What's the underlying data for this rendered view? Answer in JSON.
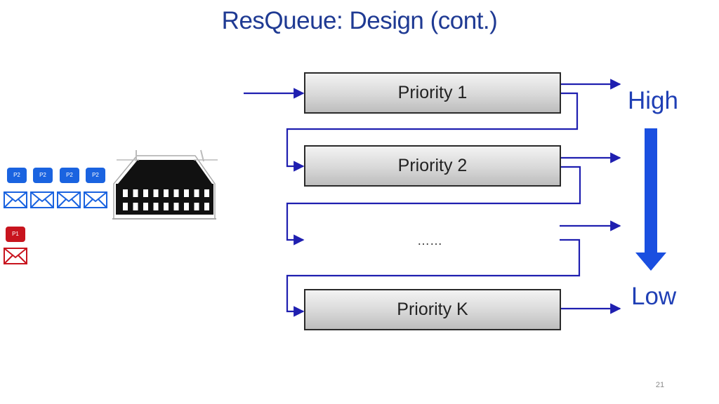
{
  "slide": {
    "title": "ResQueue: Design (cont.)",
    "page_number": "21"
  },
  "colors": {
    "title": "#1f3a93",
    "arrow": "#1f1fb0",
    "tag_p2": "#1a63e0",
    "tag_p1": "#c8141e",
    "envelope_blue": "#1a63e0",
    "envelope_red": "#c8141e"
  },
  "incoming": {
    "p2_tags": [
      "P2",
      "P2",
      "P2",
      "P2"
    ],
    "p1_tag": "P1"
  },
  "queues": [
    {
      "label": "Priority 1"
    },
    {
      "label": "Priority 2"
    },
    {
      "label": "Priority K"
    }
  ],
  "ellipsis": "……",
  "levels": {
    "high": "High",
    "low": "Low"
  },
  "icons": {
    "message": "envelope-icon",
    "server": "datacenter-building-icon",
    "priority_direction": "down-arrow-icon"
  }
}
